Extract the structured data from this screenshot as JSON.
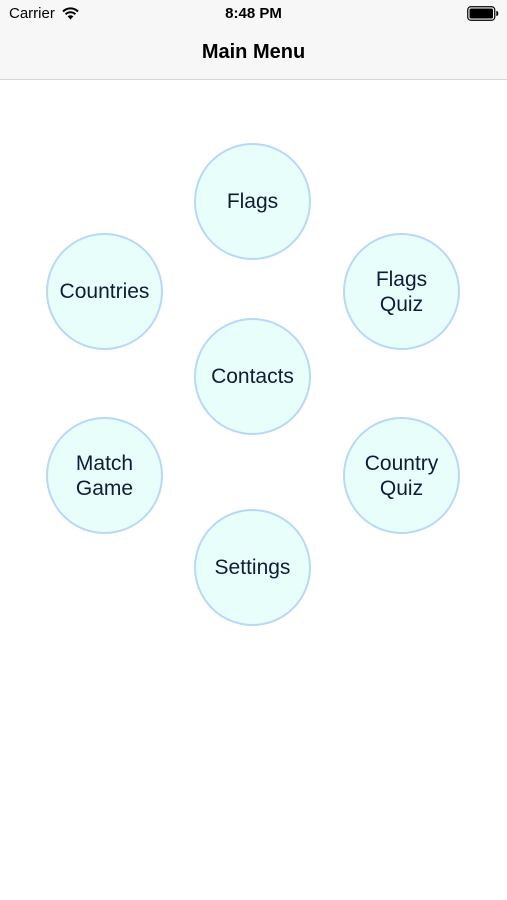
{
  "status_bar": {
    "carrier": "Carrier",
    "time": "8:48 PM"
  },
  "nav_bar": {
    "title": "Main Menu"
  },
  "menu": {
    "flags": "Flags",
    "flags_quiz": "Flags\nQuiz",
    "countries": "Countries",
    "contacts": "Contacts",
    "match_game": "Match\nGame",
    "country_quiz": "Country\nQuiz",
    "settings": "Settings"
  },
  "colors": {
    "circle_fill": "#e8fefb",
    "circle_border": "#b9d8f8",
    "label_text": "#0f1c36"
  }
}
